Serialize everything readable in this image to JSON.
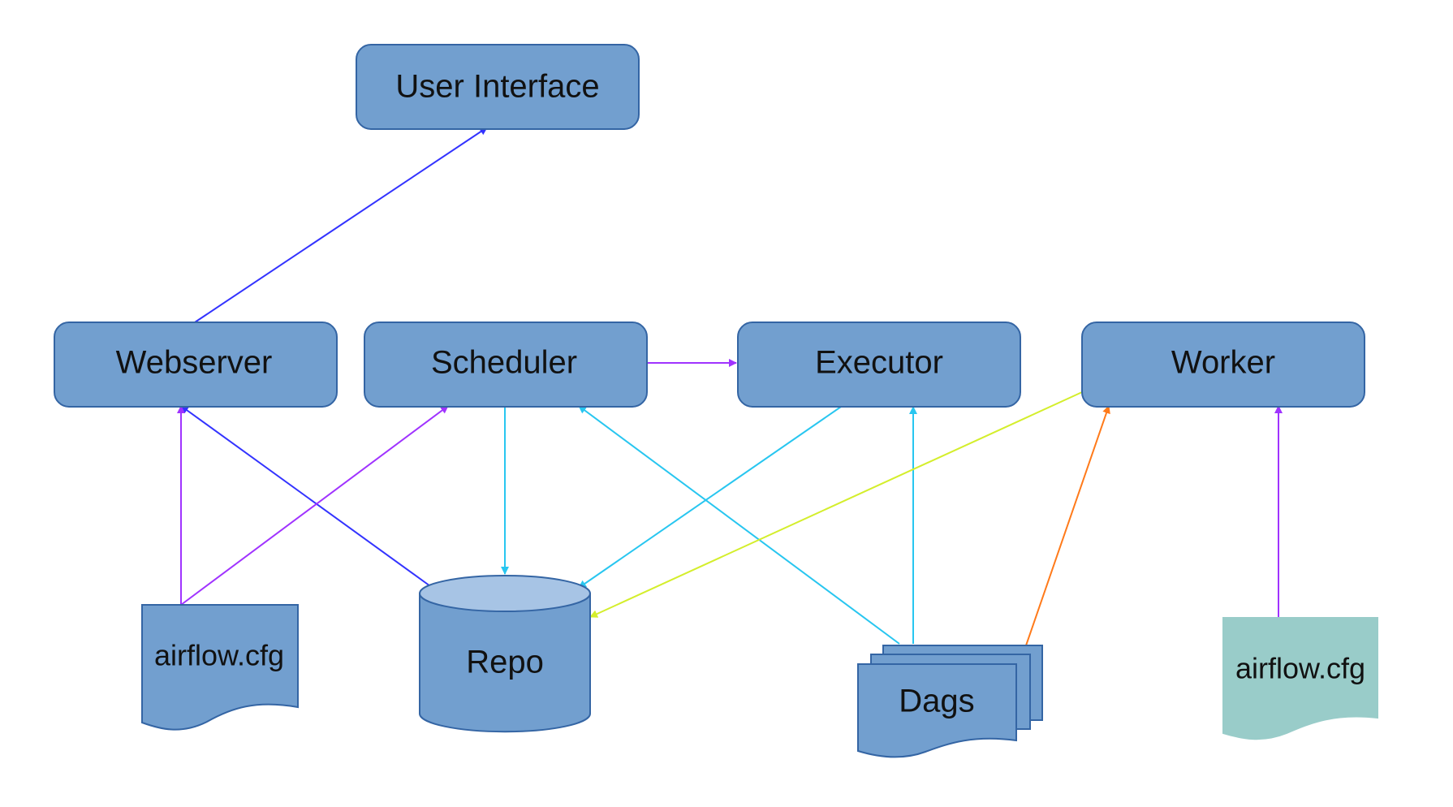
{
  "diagram": {
    "nodes": {
      "user_interface": "User Interface",
      "webserver": "Webserver",
      "scheduler": "Scheduler",
      "executor": "Executor",
      "worker": "Worker",
      "repo": "Repo",
      "dags": "Dags",
      "airflow_cfg_left": "airflow.cfg",
      "airflow_cfg_right": "airflow.cfg"
    },
    "colors": {
      "box_fill": "#729fcf",
      "box_stroke": "#3465a4",
      "repo_top": "#a7c4e5",
      "cfg_right_fill": "#99ccc9",
      "edge_blue": "#3333ff",
      "edge_purple": "#a033ff",
      "edge_cyan": "#28c6f0",
      "edge_lime": "#d4ee2c",
      "edge_orange": "#ff7a1a"
    },
    "edges": [
      {
        "from": "webserver",
        "to": "user_interface",
        "color": "edge_blue"
      },
      {
        "from": "repo",
        "to": "webserver",
        "color": "edge_blue"
      },
      {
        "from": "airflow_cfg_left",
        "to": "webserver",
        "color": "edge_purple"
      },
      {
        "from": "airflow_cfg_left",
        "to": "scheduler",
        "color": "edge_purple"
      },
      {
        "from": "scheduler",
        "to": "executor",
        "color": "edge_purple"
      },
      {
        "from": "scheduler",
        "to": "repo",
        "color": "edge_cyan"
      },
      {
        "from": "executor",
        "to": "repo",
        "color": "edge_cyan"
      },
      {
        "from": "dags",
        "to": "scheduler",
        "color": "edge_cyan"
      },
      {
        "from": "dags",
        "to": "executor",
        "color": "edge_cyan"
      },
      {
        "from": "worker",
        "to": "repo",
        "color": "edge_lime"
      },
      {
        "from": "dags",
        "to": "worker",
        "color": "edge_orange"
      },
      {
        "from": "airflow_cfg_right",
        "to": "worker",
        "color": "edge_purple"
      }
    ]
  }
}
